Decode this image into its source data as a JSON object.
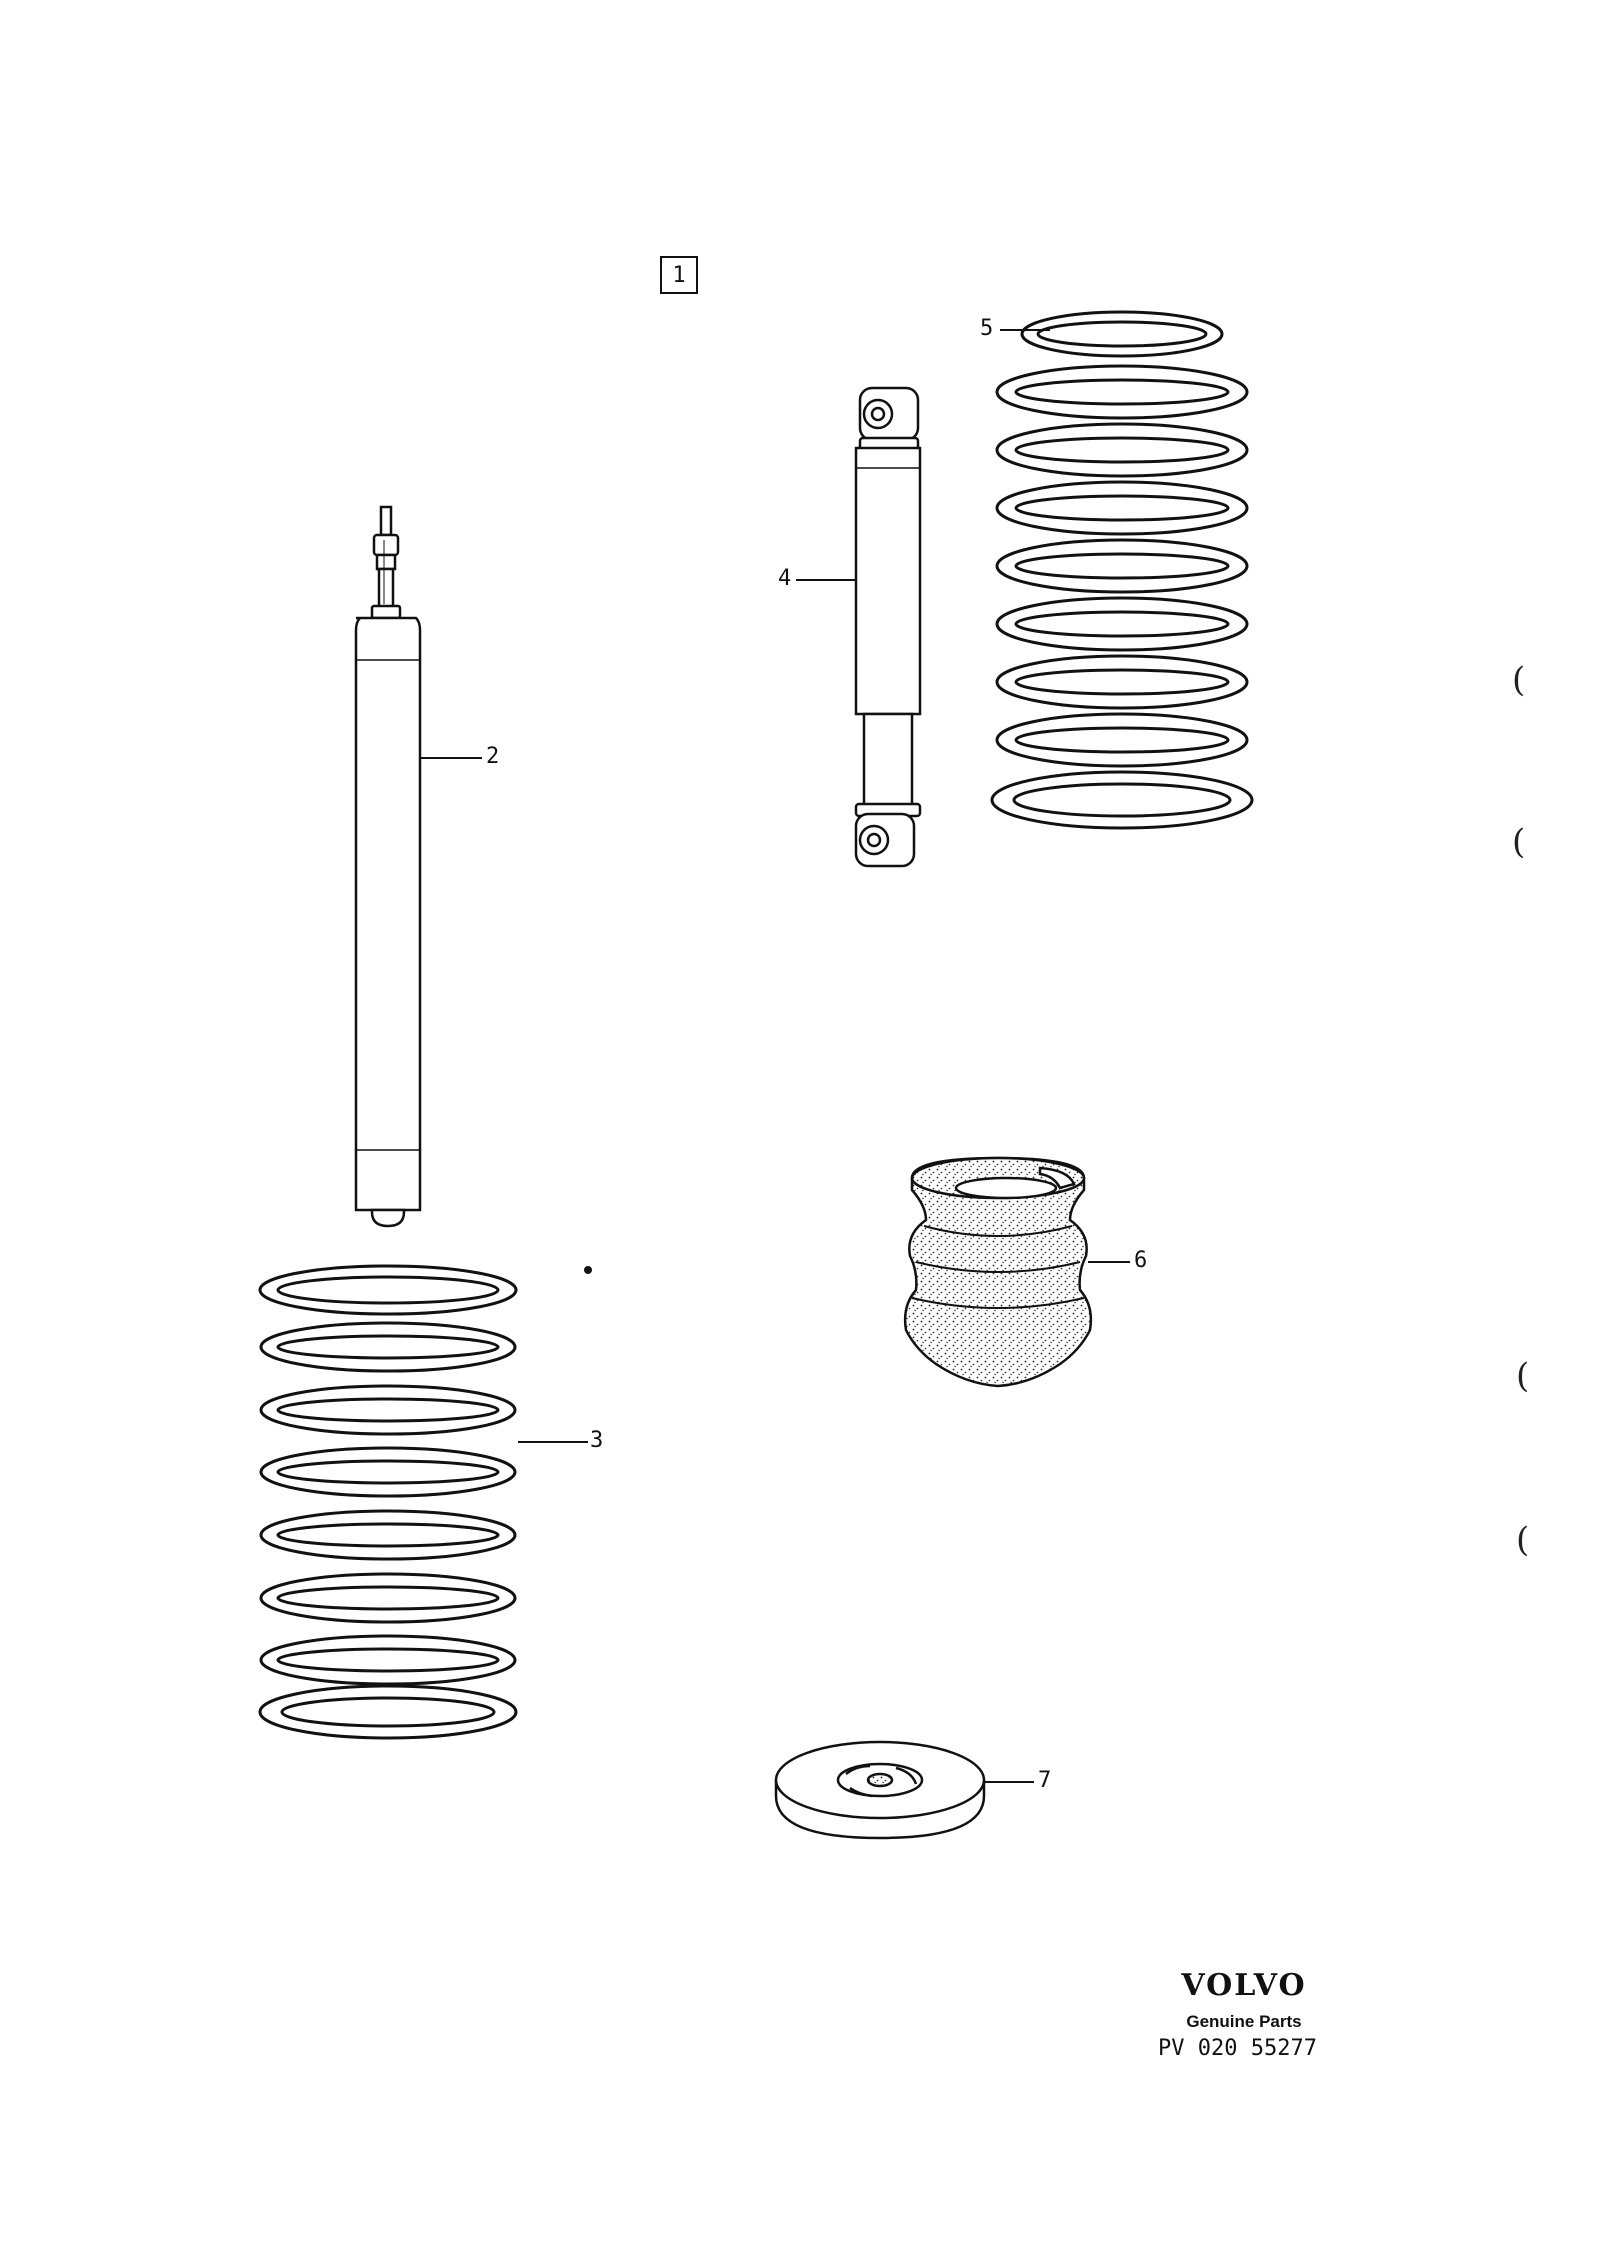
{
  "page": {
    "box_label": "1"
  },
  "callouts": [
    "2",
    "3",
    "4",
    "5",
    "6",
    "7"
  ],
  "margin_marks": [
    "(",
    "(",
    "(",
    "("
  ],
  "brand": {
    "logo": "VOLVO",
    "subtitle": "Genuine Parts",
    "code": "PV 020 55277"
  },
  "colors": {
    "ink": "#111111",
    "paper": "#ffffff"
  },
  "parts": [
    {
      "id": "2",
      "name": "front-shock-absorber-strut"
    },
    {
      "id": "3",
      "name": "front-coil-spring"
    },
    {
      "id": "4",
      "name": "rear-shock-absorber"
    },
    {
      "id": "5",
      "name": "rear-coil-spring"
    },
    {
      "id": "6",
      "name": "rubber-bump-stop"
    },
    {
      "id": "7",
      "name": "spring-seat-washer"
    }
  ]
}
